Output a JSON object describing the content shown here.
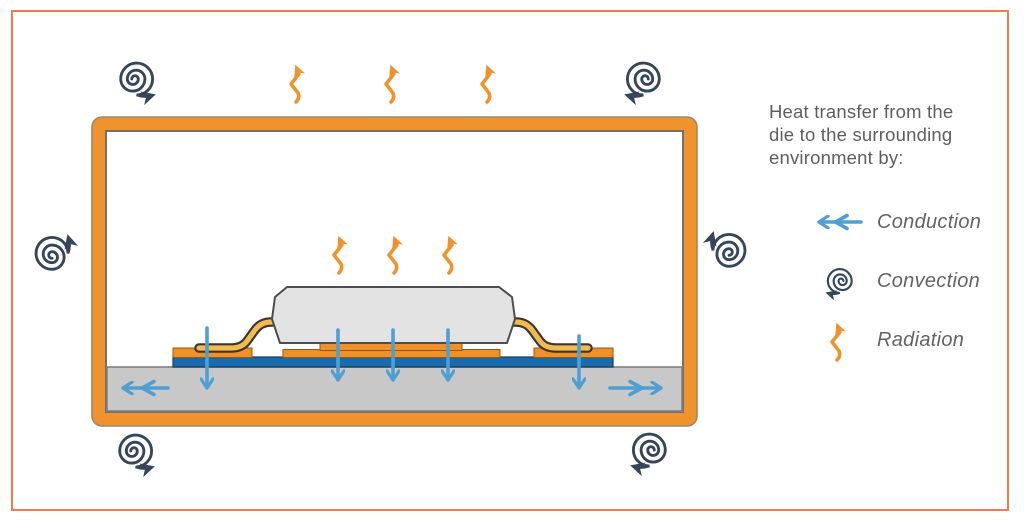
{
  "legend": {
    "heading": "Heat transfer from the die to the surrounding environment by:",
    "items": [
      {
        "label": "Conduction",
        "icon": "conduction-double-arrow-icon",
        "color": "#4E9FD4"
      },
      {
        "label": "Convection",
        "icon": "convection-spiral-icon",
        "color": "#35455C"
      },
      {
        "label": "Radiation",
        "icon": "radiation-zigzag-arrow-icon",
        "color": "#F0932C"
      }
    ]
  },
  "diagram": {
    "colors": {
      "frame_border": "#ED7D4E",
      "enclosure": "#F0932C",
      "board": "#C8C8C8",
      "copper_trace": "#1A6AAE",
      "solder_pad": "#EF9126",
      "lead": "#F3BA4F",
      "package_body": "#E3E3E3",
      "conduction_arrow": "#4E9FD4",
      "convection_swirl": "#35455C",
      "radiation_arrow": "#F0932C"
    },
    "counts": {
      "radiation_arrows_outside": 3,
      "radiation_arrows_inside": 3,
      "convection_swirls": 6,
      "conduction_down_arrows": 5,
      "conduction_lateral_arrows": 2
    }
  }
}
